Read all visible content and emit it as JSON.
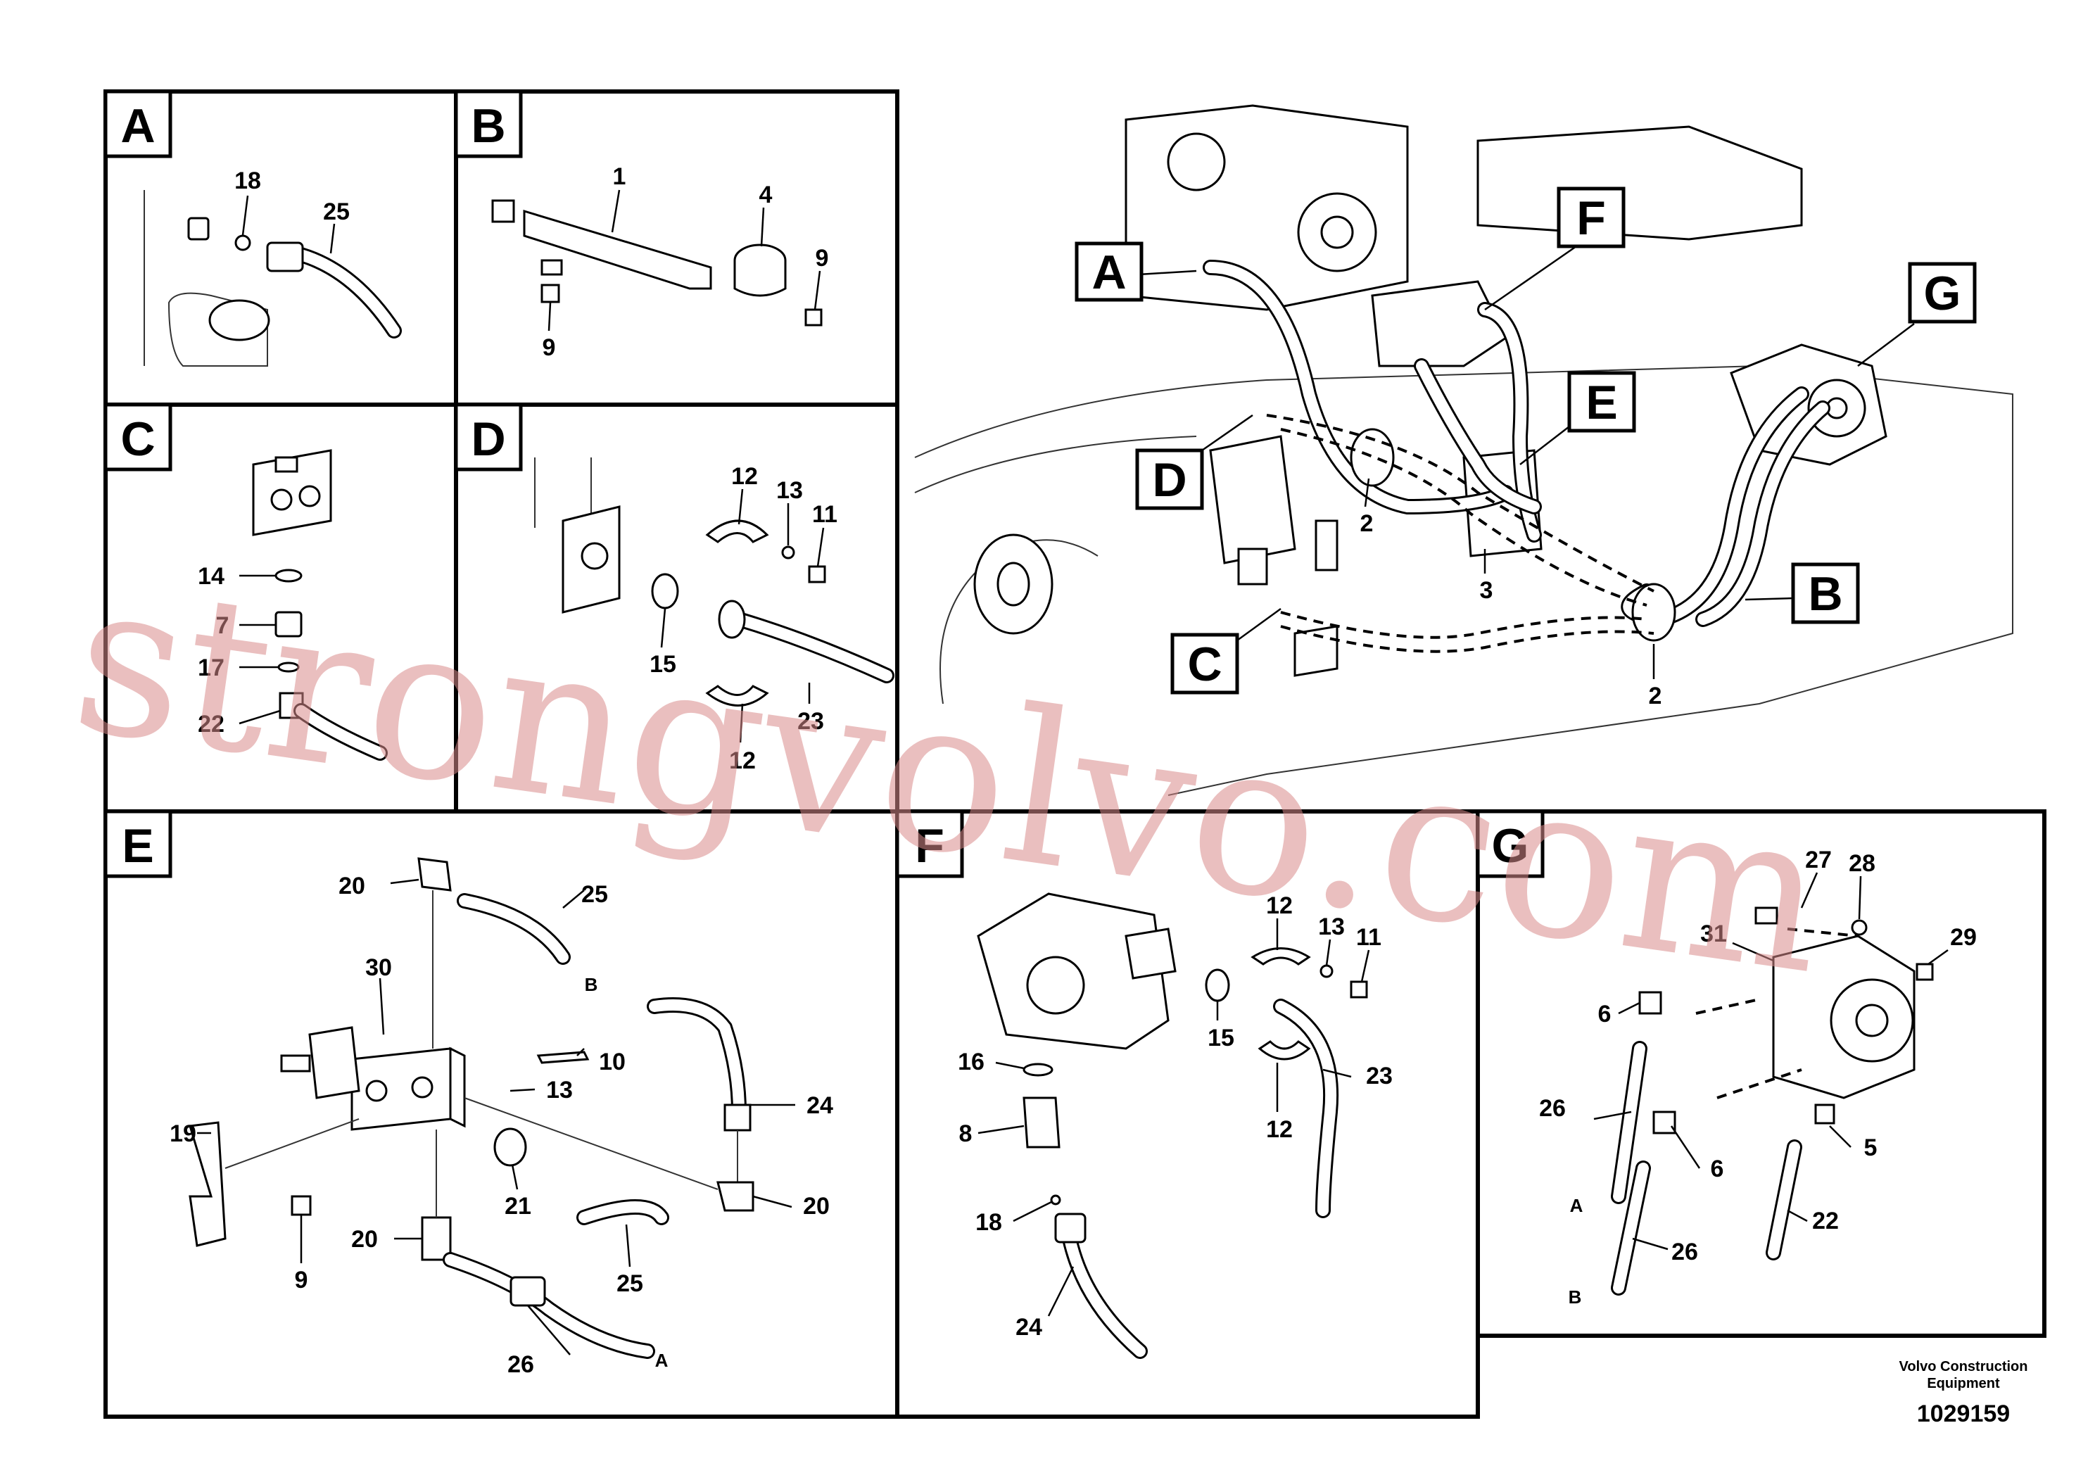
{
  "panels": {
    "A": {
      "label": "A",
      "callouts": [
        "18",
        "25"
      ]
    },
    "B": {
      "label": "B",
      "callouts": [
        "1",
        "4",
        "9",
        "9"
      ]
    },
    "C": {
      "label": "C",
      "callouts": [
        "14",
        "7",
        "17",
        "22"
      ]
    },
    "D": {
      "label": "D",
      "callouts": [
        "12",
        "13",
        "11",
        "15",
        "23",
        "12"
      ]
    },
    "E": {
      "label": "E",
      "callouts": [
        "20",
        "25",
        "30",
        "10",
        "13",
        "24",
        "19",
        "21",
        "20",
        "9",
        "20",
        "25",
        "26"
      ],
      "ends": [
        "B",
        "A"
      ]
    },
    "F": {
      "label": "F",
      "callouts": [
        "12",
        "13",
        "11",
        "16",
        "15",
        "23",
        "8",
        "12",
        "18",
        "24"
      ]
    },
    "G": {
      "label": "G",
      "callouts": [
        "27",
        "28",
        "31",
        "29",
        "6",
        "26",
        "6",
        "5",
        "22",
        "26"
      ],
      "ends": [
        "A",
        "B"
      ]
    }
  },
  "overview": {
    "flags": [
      "A",
      "F",
      "G",
      "E",
      "D",
      "B",
      "C"
    ],
    "callouts": [
      "2",
      "3",
      "2"
    ]
  },
  "watermark": "strongvolvo.com",
  "footer": {
    "company": "Volvo Construction",
    "company2": "Equipment",
    "code": "1029159"
  }
}
